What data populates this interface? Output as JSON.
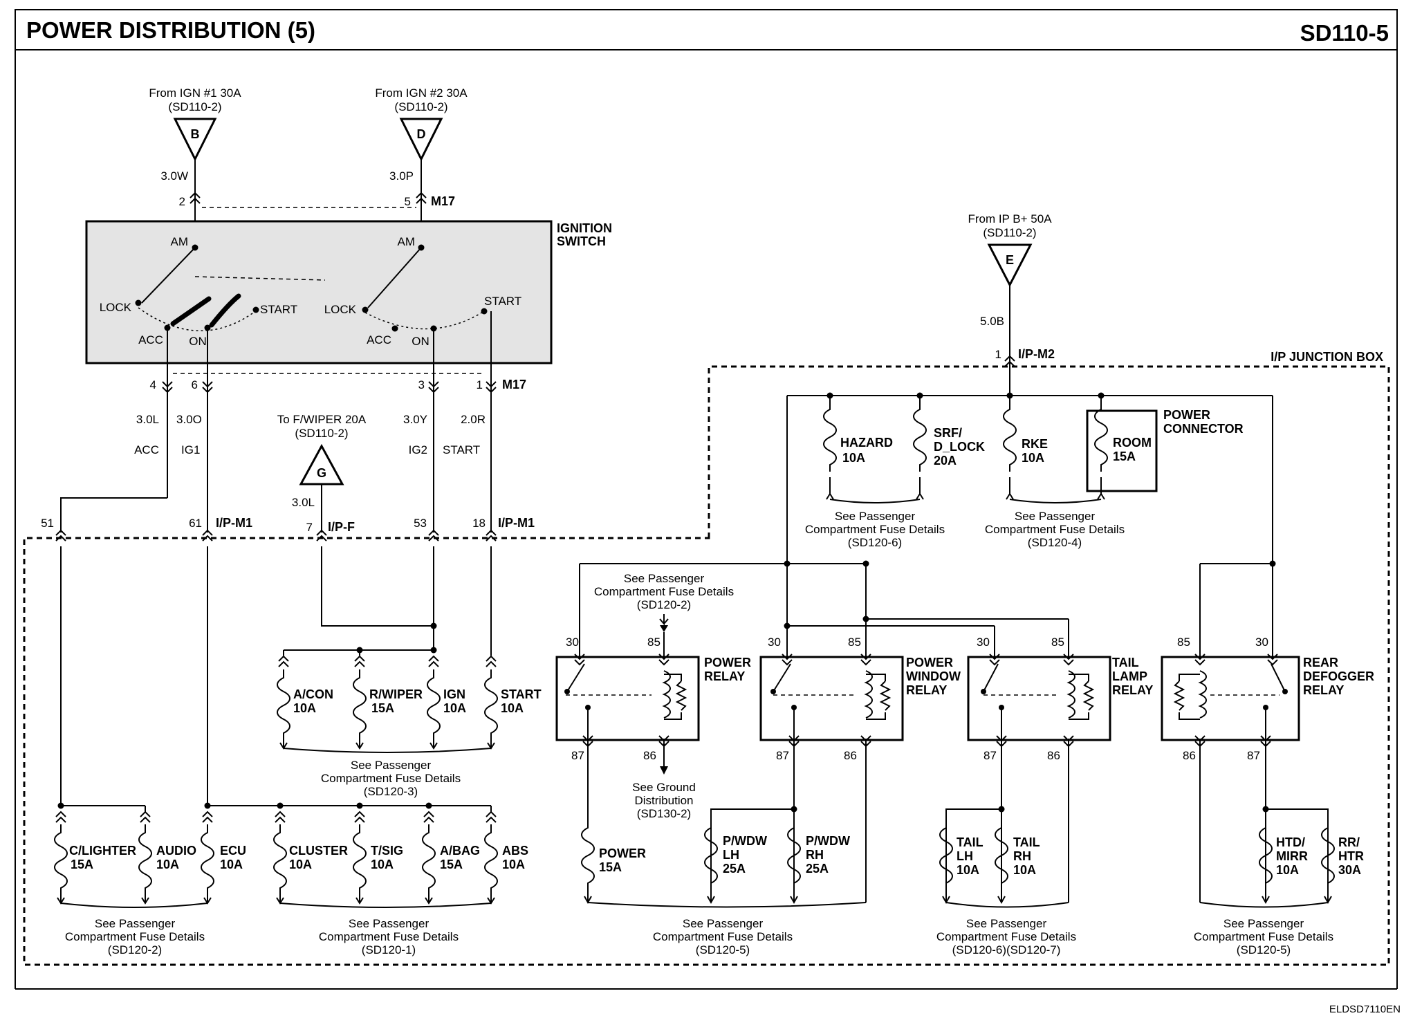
{
  "header": {
    "title": "POWER DISTRIBUTION (5)",
    "code": "SD110-5"
  },
  "footer": {
    "code": "ELDSD7110EN"
  },
  "sources": {
    "b": {
      "from": "From IGN #1 30A",
      "ref": "(SD110-2)",
      "letter": "B",
      "wire": "3.0W",
      "pin": "2"
    },
    "d": {
      "from": "From IGN #2 30A",
      "ref": "(SD110-2)",
      "letter": "D",
      "wire": "3.0P",
      "pin": "5",
      "conn": "M17"
    },
    "e": {
      "from": "From IP B+ 50A",
      "ref": "(SD110-2)",
      "letter": "E",
      "wire": "5.0B",
      "pin": "1",
      "conn": "I/P-M2"
    },
    "g": {
      "from": "To F/WIPER 20A",
      "ref": "(SD110-2)",
      "letter": "G",
      "wire": "3.0L",
      "pin": "7",
      "conn": "I/P-F"
    }
  },
  "ignition": {
    "title1": "IGNITION",
    "title2": "SWITCH",
    "am": "AM",
    "lock": "LOCK",
    "start": "START",
    "acc": "ACC",
    "on": "ON",
    "pins": [
      "4",
      "6",
      "3",
      "1"
    ],
    "conn": "M17",
    "wires": [
      "3.0L",
      "3.0O",
      "3.0Y",
      "2.0R"
    ],
    "circuits": [
      "ACC",
      "IG1",
      "IG2",
      "START"
    ]
  },
  "ip_pins": {
    "p51": "51",
    "p61": "61",
    "p53": "53",
    "p18": "18",
    "conn_m1": "I/P-M1"
  },
  "junction_box": "I/P JUNCTION BOX",
  "fuses": {
    "hazard": [
      "HAZARD",
      "10A"
    ],
    "srf": [
      "SRF/",
      "D_LOCK",
      "20A"
    ],
    "rke": [
      "RKE",
      "10A"
    ],
    "room": [
      "ROOM",
      "15A"
    ],
    "acon": [
      "A/CON",
      "10A"
    ],
    "rwiper": [
      "R/WIPER",
      "15A"
    ],
    "ign": [
      "IGN",
      "10A"
    ],
    "start": [
      "START",
      "10A"
    ],
    "clighter": [
      "C/LIGHTER",
      "15A"
    ],
    "audio": [
      "AUDIO",
      "10A"
    ],
    "ecu": [
      "ECU",
      "10A"
    ],
    "cluster": [
      "CLUSTER",
      "10A"
    ],
    "tsig": [
      "T/SIG",
      "10A"
    ],
    "abag": [
      "A/BAG",
      "15A"
    ],
    "abs": [
      "ABS",
      "10A"
    ],
    "power": [
      "POWER",
      "15A"
    ],
    "pwdwlh": [
      "P/WDW",
      "LH",
      "25A"
    ],
    "pwdwrh": [
      "P/WDW",
      "RH",
      "25A"
    ],
    "taillh": [
      "TAIL",
      "LH",
      "10A"
    ],
    "tailrh": [
      "TAIL",
      "RH",
      "10A"
    ],
    "htdmirr": [
      "HTD/",
      "MIRR",
      "10A"
    ],
    "rrhtr": [
      "RR/",
      "HTR",
      "30A"
    ]
  },
  "power_connector": [
    "POWER",
    "CONNECTOR"
  ],
  "relays": {
    "power": [
      "POWER",
      "RELAY"
    ],
    "window": [
      "POWER",
      "WINDOW",
      "RELAY"
    ],
    "tail": [
      "TAIL",
      "LAMP",
      "RELAY"
    ],
    "defog": [
      "REAR",
      "DEFOGGER",
      "RELAY"
    ]
  },
  "relay_pins": {
    "p30": "30",
    "p85": "85",
    "p87": "87",
    "p86": "86"
  },
  "refs": {
    "r120_6": [
      "See Passenger",
      "Compartment Fuse Details",
      "(SD120-6)"
    ],
    "r120_4": [
      "See Passenger",
      "Compartment Fuse Details",
      "(SD120-4)"
    ],
    "r120_2top": [
      "See Passenger",
      "Compartment Fuse Details",
      "(SD120-2)"
    ],
    "r120_3": [
      "See Passenger",
      "Compartment Fuse Details",
      "(SD120-3)"
    ],
    "r120_2": [
      "See Passenger",
      "Compartment Fuse Details",
      "(SD120-2)"
    ],
    "r120_1": [
      "See Passenger",
      "Compartment Fuse Details",
      "(SD120-1)"
    ],
    "r120_5a": [
      "See Passenger",
      "Compartment Fuse Details",
      "(SD120-5)"
    ],
    "r120_67": [
      "See Passenger",
      "Compartment Fuse Details",
      "(SD120-6)(SD120-7)"
    ],
    "r120_5b": [
      "See Passenger",
      "Compartment Fuse Details",
      "(SD120-5)"
    ],
    "ground": [
      "See Ground",
      "Distribution",
      "(SD130-2)"
    ]
  }
}
